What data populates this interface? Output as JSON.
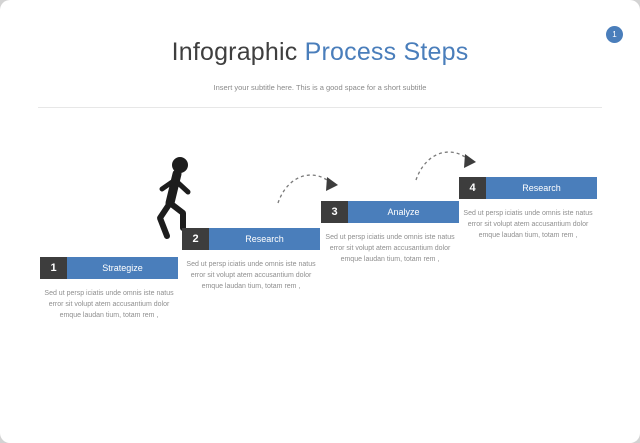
{
  "page": {
    "badge": "1",
    "title_primary": "Infographic ",
    "title_accent": "Process Steps",
    "subtitle": "Insert your subtitle here. This is a good space for a short subtitle"
  },
  "steps": [
    {
      "number": "1",
      "label": "Strategize",
      "body": "Sed ut persp iciatis unde omnis iste natus error sit volupt atem accusantium dolor emque laudan tium, totam rem ,"
    },
    {
      "number": "2",
      "label": "Research",
      "body": "Sed ut persp iciatis unde omnis iste natus error sit volupt atem accusantium dolor emque laudan tium, totam rem ,"
    },
    {
      "number": "3",
      "label": "Analyze",
      "body": "Sed ut persp iciatis unde omnis iste natus error sit volupt atem accusantium dolor emque laudan tium, totam rem ,"
    },
    {
      "number": "4",
      "label": "Research",
      "body": "Sed ut persp iciatis unde omnis iste natus error sit volupt atem accusantium dolor emque laudan tium, totam rem ,"
    }
  ],
  "icons": {
    "person": "walking-person",
    "arrow": "dashed-curved-arrow"
  },
  "colors": {
    "accent": "#4a7ebb",
    "number_box": "#3d3d3d",
    "body_text": "#8f8f8f",
    "title_dark": "#3f3f3f"
  }
}
